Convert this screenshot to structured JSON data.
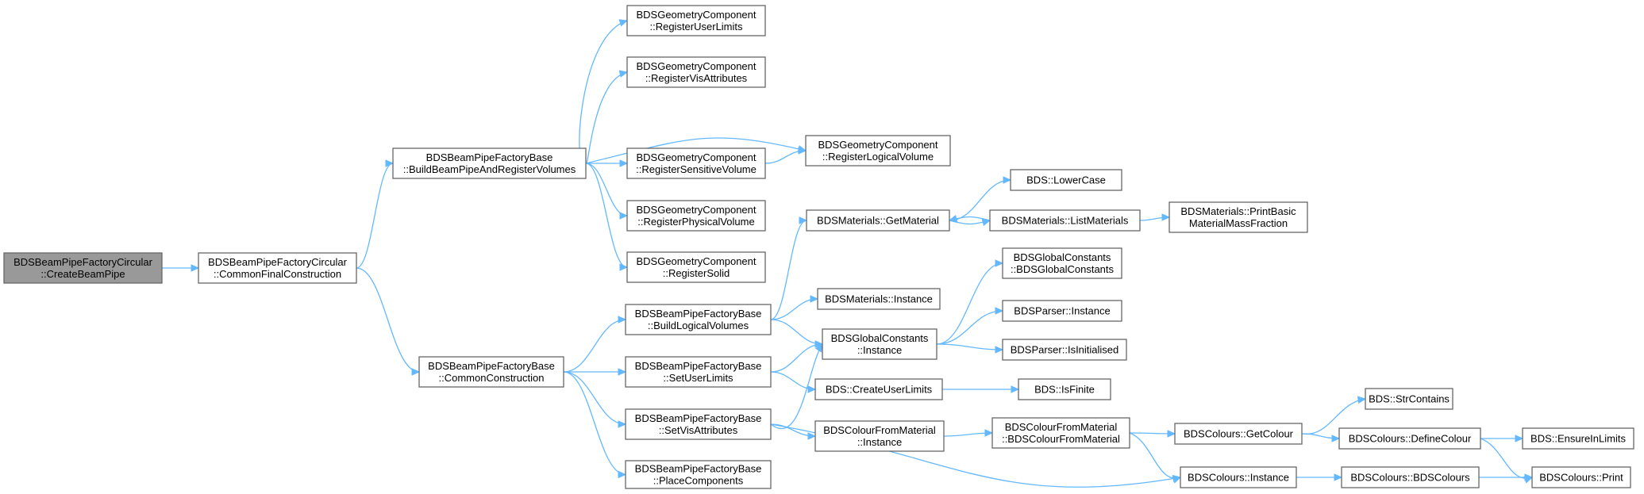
{
  "colors": {
    "edge": "#63b8ff",
    "root_fill": "#999999",
    "node_border": "#666666"
  },
  "nodes": [
    {
      "id": "createBeamPipe",
      "lines": [
        "BDSBeamPipeFactoryCircular",
        "::CreateBeamPipe"
      ],
      "root": true
    },
    {
      "id": "commonFinalConstruction",
      "lines": [
        "BDSBeamPipeFactoryCircular",
        "::CommonFinalConstruction"
      ]
    },
    {
      "id": "buildBeamPipeAndRegisterVolumes",
      "lines": [
        "BDSBeamPipeFactoryBase",
        "::BuildBeamPipeAndRegisterVolumes"
      ]
    },
    {
      "id": "commonConstruction",
      "lines": [
        "BDSBeamPipeFactoryBase",
        "::CommonConstruction"
      ]
    },
    {
      "id": "registerUserLimits",
      "lines": [
        "BDSGeometryComponent",
        "::RegisterUserLimits"
      ]
    },
    {
      "id": "registerVisAttributes",
      "lines": [
        "BDSGeometryComponent",
        "::RegisterVisAttributes"
      ]
    },
    {
      "id": "registerSensitiveVolume",
      "lines": [
        "BDSGeometryComponent",
        "::RegisterSensitiveVolume"
      ]
    },
    {
      "id": "registerPhysicalVolume",
      "lines": [
        "BDSGeometryComponent",
        "::RegisterPhysicalVolume"
      ]
    },
    {
      "id": "registerSolid",
      "lines": [
        "BDSGeometryComponent",
        "::RegisterSolid"
      ]
    },
    {
      "id": "registerLogicalVolume",
      "lines": [
        "BDSGeometryComponent",
        "::RegisterLogicalVolume"
      ]
    },
    {
      "id": "buildLogicalVolumes",
      "lines": [
        "BDSBeamPipeFactoryBase",
        "::BuildLogicalVolumes"
      ]
    },
    {
      "id": "setUserLimits",
      "lines": [
        "BDSBeamPipeFactoryBase",
        "::SetUserLimits"
      ]
    },
    {
      "id": "setVisAttributes",
      "lines": [
        "BDSBeamPipeFactoryBase",
        "::SetVisAttributes"
      ]
    },
    {
      "id": "placeComponents",
      "lines": [
        "BDSBeamPipeFactoryBase",
        "::PlaceComponents"
      ]
    },
    {
      "id": "getMaterial",
      "lines": [
        "BDSMaterials::GetMaterial"
      ]
    },
    {
      "id": "materialsInstance",
      "lines": [
        "BDSMaterials::Instance"
      ]
    },
    {
      "id": "globalConstantsInstance",
      "lines": [
        "BDSGlobalConstants",
        "::Instance"
      ]
    },
    {
      "id": "createUserLimits",
      "lines": [
        "BDS::CreateUserLimits"
      ]
    },
    {
      "id": "colourFromMaterialInstance",
      "lines": [
        "BDSColourFromMaterial",
        "::Instance"
      ]
    },
    {
      "id": "lowerCase",
      "lines": [
        "BDS::LowerCase"
      ]
    },
    {
      "id": "listMaterials",
      "lines": [
        "BDSMaterials::ListMaterials"
      ]
    },
    {
      "id": "globalConstantsCtor",
      "lines": [
        "BDSGlobalConstants",
        "::BDSGlobalConstants"
      ]
    },
    {
      "id": "parserInstance",
      "lines": [
        "BDSParser::Instance"
      ]
    },
    {
      "id": "parserIsInitialised",
      "lines": [
        "BDSParser::IsInitialised"
      ]
    },
    {
      "id": "isFinite",
      "lines": [
        "BDS::IsFinite"
      ]
    },
    {
      "id": "colourFromMaterialCtor",
      "lines": [
        "BDSColourFromMaterial",
        "::BDSColourFromMaterial"
      ]
    },
    {
      "id": "printBasicMaterialMassFraction",
      "lines": [
        "BDSMaterials::PrintBasic",
        "MaterialMassFraction"
      ]
    },
    {
      "id": "getColour",
      "lines": [
        "BDSColours::GetColour"
      ]
    },
    {
      "id": "coloursInstance",
      "lines": [
        "BDSColours::Instance"
      ]
    },
    {
      "id": "strContains",
      "lines": [
        "BDS::StrContains"
      ]
    },
    {
      "id": "defineColour",
      "lines": [
        "BDSColours::DefineColour"
      ]
    },
    {
      "id": "bdsColoursCtor",
      "lines": [
        "BDSColours::BDSColours"
      ]
    },
    {
      "id": "ensureInLimits",
      "lines": [
        "BDS::EnsureInLimits"
      ]
    },
    {
      "id": "print",
      "lines": [
        "BDSColours::Print"
      ]
    }
  ],
  "edges": [
    [
      "createBeamPipe",
      "commonFinalConstruction"
    ],
    [
      "commonFinalConstruction",
      "buildBeamPipeAndRegisterVolumes"
    ],
    [
      "commonFinalConstruction",
      "commonConstruction"
    ],
    [
      "buildBeamPipeAndRegisterVolumes",
      "registerUserLimits"
    ],
    [
      "buildBeamPipeAndRegisterVolumes",
      "registerVisAttributes"
    ],
    [
      "buildBeamPipeAndRegisterVolumes",
      "registerLogicalVolume"
    ],
    [
      "buildBeamPipeAndRegisterVolumes",
      "registerSensitiveVolume"
    ],
    [
      "buildBeamPipeAndRegisterVolumes",
      "registerPhysicalVolume"
    ],
    [
      "buildBeamPipeAndRegisterVolumes",
      "registerSolid"
    ],
    [
      "registerSensitiveVolume",
      "registerLogicalVolume"
    ],
    [
      "commonConstruction",
      "buildLogicalVolumes"
    ],
    [
      "commonConstruction",
      "setUserLimits"
    ],
    [
      "commonConstruction",
      "setVisAttributes"
    ],
    [
      "commonConstruction",
      "placeComponents"
    ],
    [
      "buildLogicalVolumes",
      "getMaterial"
    ],
    [
      "buildLogicalVolumes",
      "materialsInstance"
    ],
    [
      "buildLogicalVolumes",
      "globalConstantsInstance"
    ],
    [
      "setUserLimits",
      "globalConstantsInstance"
    ],
    [
      "setUserLimits",
      "createUserLimits"
    ],
    [
      "setVisAttributes",
      "globalConstantsInstance"
    ],
    [
      "setVisAttributes",
      "colourFromMaterialInstance"
    ],
    [
      "setVisAttributes",
      "coloursInstance"
    ],
    [
      "getMaterial",
      "lowerCase"
    ],
    [
      "getMaterial",
      "listMaterials"
    ],
    [
      "listMaterials",
      "getMaterial"
    ],
    [
      "listMaterials",
      "printBasicMaterialMassFraction"
    ],
    [
      "globalConstantsInstance",
      "globalConstantsCtor"
    ],
    [
      "globalConstantsInstance",
      "parserInstance"
    ],
    [
      "globalConstantsInstance",
      "parserIsInitialised"
    ],
    [
      "createUserLimits",
      "isFinite"
    ],
    [
      "colourFromMaterialInstance",
      "colourFromMaterialCtor"
    ],
    [
      "colourFromMaterialCtor",
      "getColour"
    ],
    [
      "colourFromMaterialCtor",
      "coloursInstance"
    ],
    [
      "getColour",
      "strContains"
    ],
    [
      "getColour",
      "defineColour"
    ],
    [
      "defineColour",
      "ensureInLimits"
    ],
    [
      "defineColour",
      "print"
    ],
    [
      "coloursInstance",
      "bdsColoursCtor"
    ],
    [
      "bdsColoursCtor",
      "print"
    ]
  ]
}
